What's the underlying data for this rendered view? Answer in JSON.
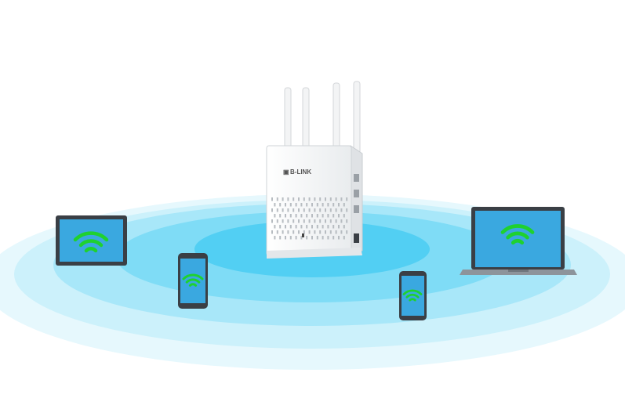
{
  "router": {
    "brand_text": "B-LINK",
    "antenna_count": 4
  },
  "coverage": {
    "ring_colors": [
      "#e8f8fd",
      "#c8effb",
      "#9fe3f8",
      "#6fd6f5",
      "#3fc7f0"
    ]
  },
  "devices": [
    {
      "type": "tablet",
      "wifi_icon": "wifi-icon",
      "screen_color": "#3aa8e0"
    },
    {
      "type": "phone",
      "wifi_icon": "wifi-icon",
      "screen_color": "#3aa8e0"
    },
    {
      "type": "phone",
      "wifi_icon": "wifi-icon",
      "screen_color": "#3aa8e0"
    },
    {
      "type": "laptop",
      "wifi_icon": "wifi-icon",
      "screen_color": "#3aa8e0"
    }
  ],
  "colors": {
    "wifi_green": "#1fd12f",
    "device_frame": "#3a3f45",
    "router_body": "#f4f5f6"
  }
}
